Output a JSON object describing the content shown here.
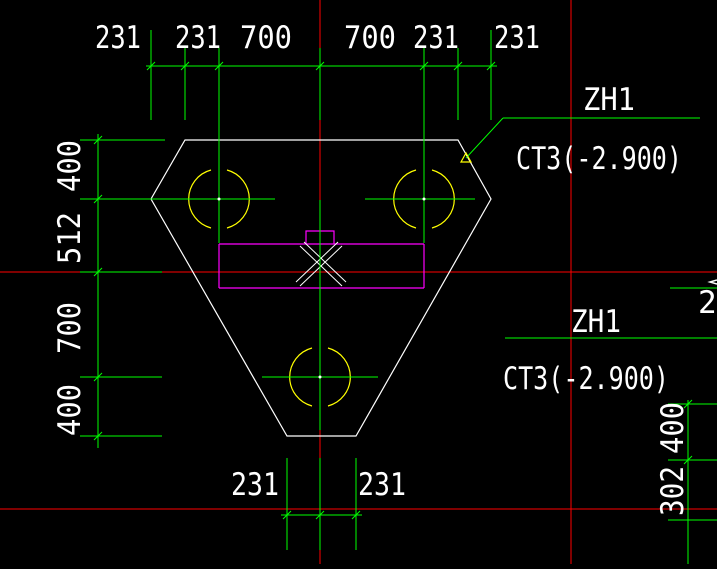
{
  "colors": {
    "background": "#000000",
    "axis": "#ff0000",
    "dimension": "#00ff00",
    "outline": "#ffffff",
    "pile": "#ffff00",
    "beam": "#ff00ff",
    "text": "#ffffff"
  },
  "top_dimensions": [
    "231",
    "231",
    "700",
    "700",
    "231",
    "231"
  ],
  "left_dimensions": [
    "400",
    "512",
    "700",
    "400"
  ],
  "bottom_dimensions": [
    "231",
    "231"
  ],
  "cap_label": {
    "name": "ZH1",
    "spec": "CT3(-2.900)"
  },
  "cap_label_2": {
    "name": "ZH1",
    "spec": "CT3(-2.900)"
  },
  "right_dimensions": [
    "400",
    "302"
  ],
  "right_edge_fragment": "2"
}
